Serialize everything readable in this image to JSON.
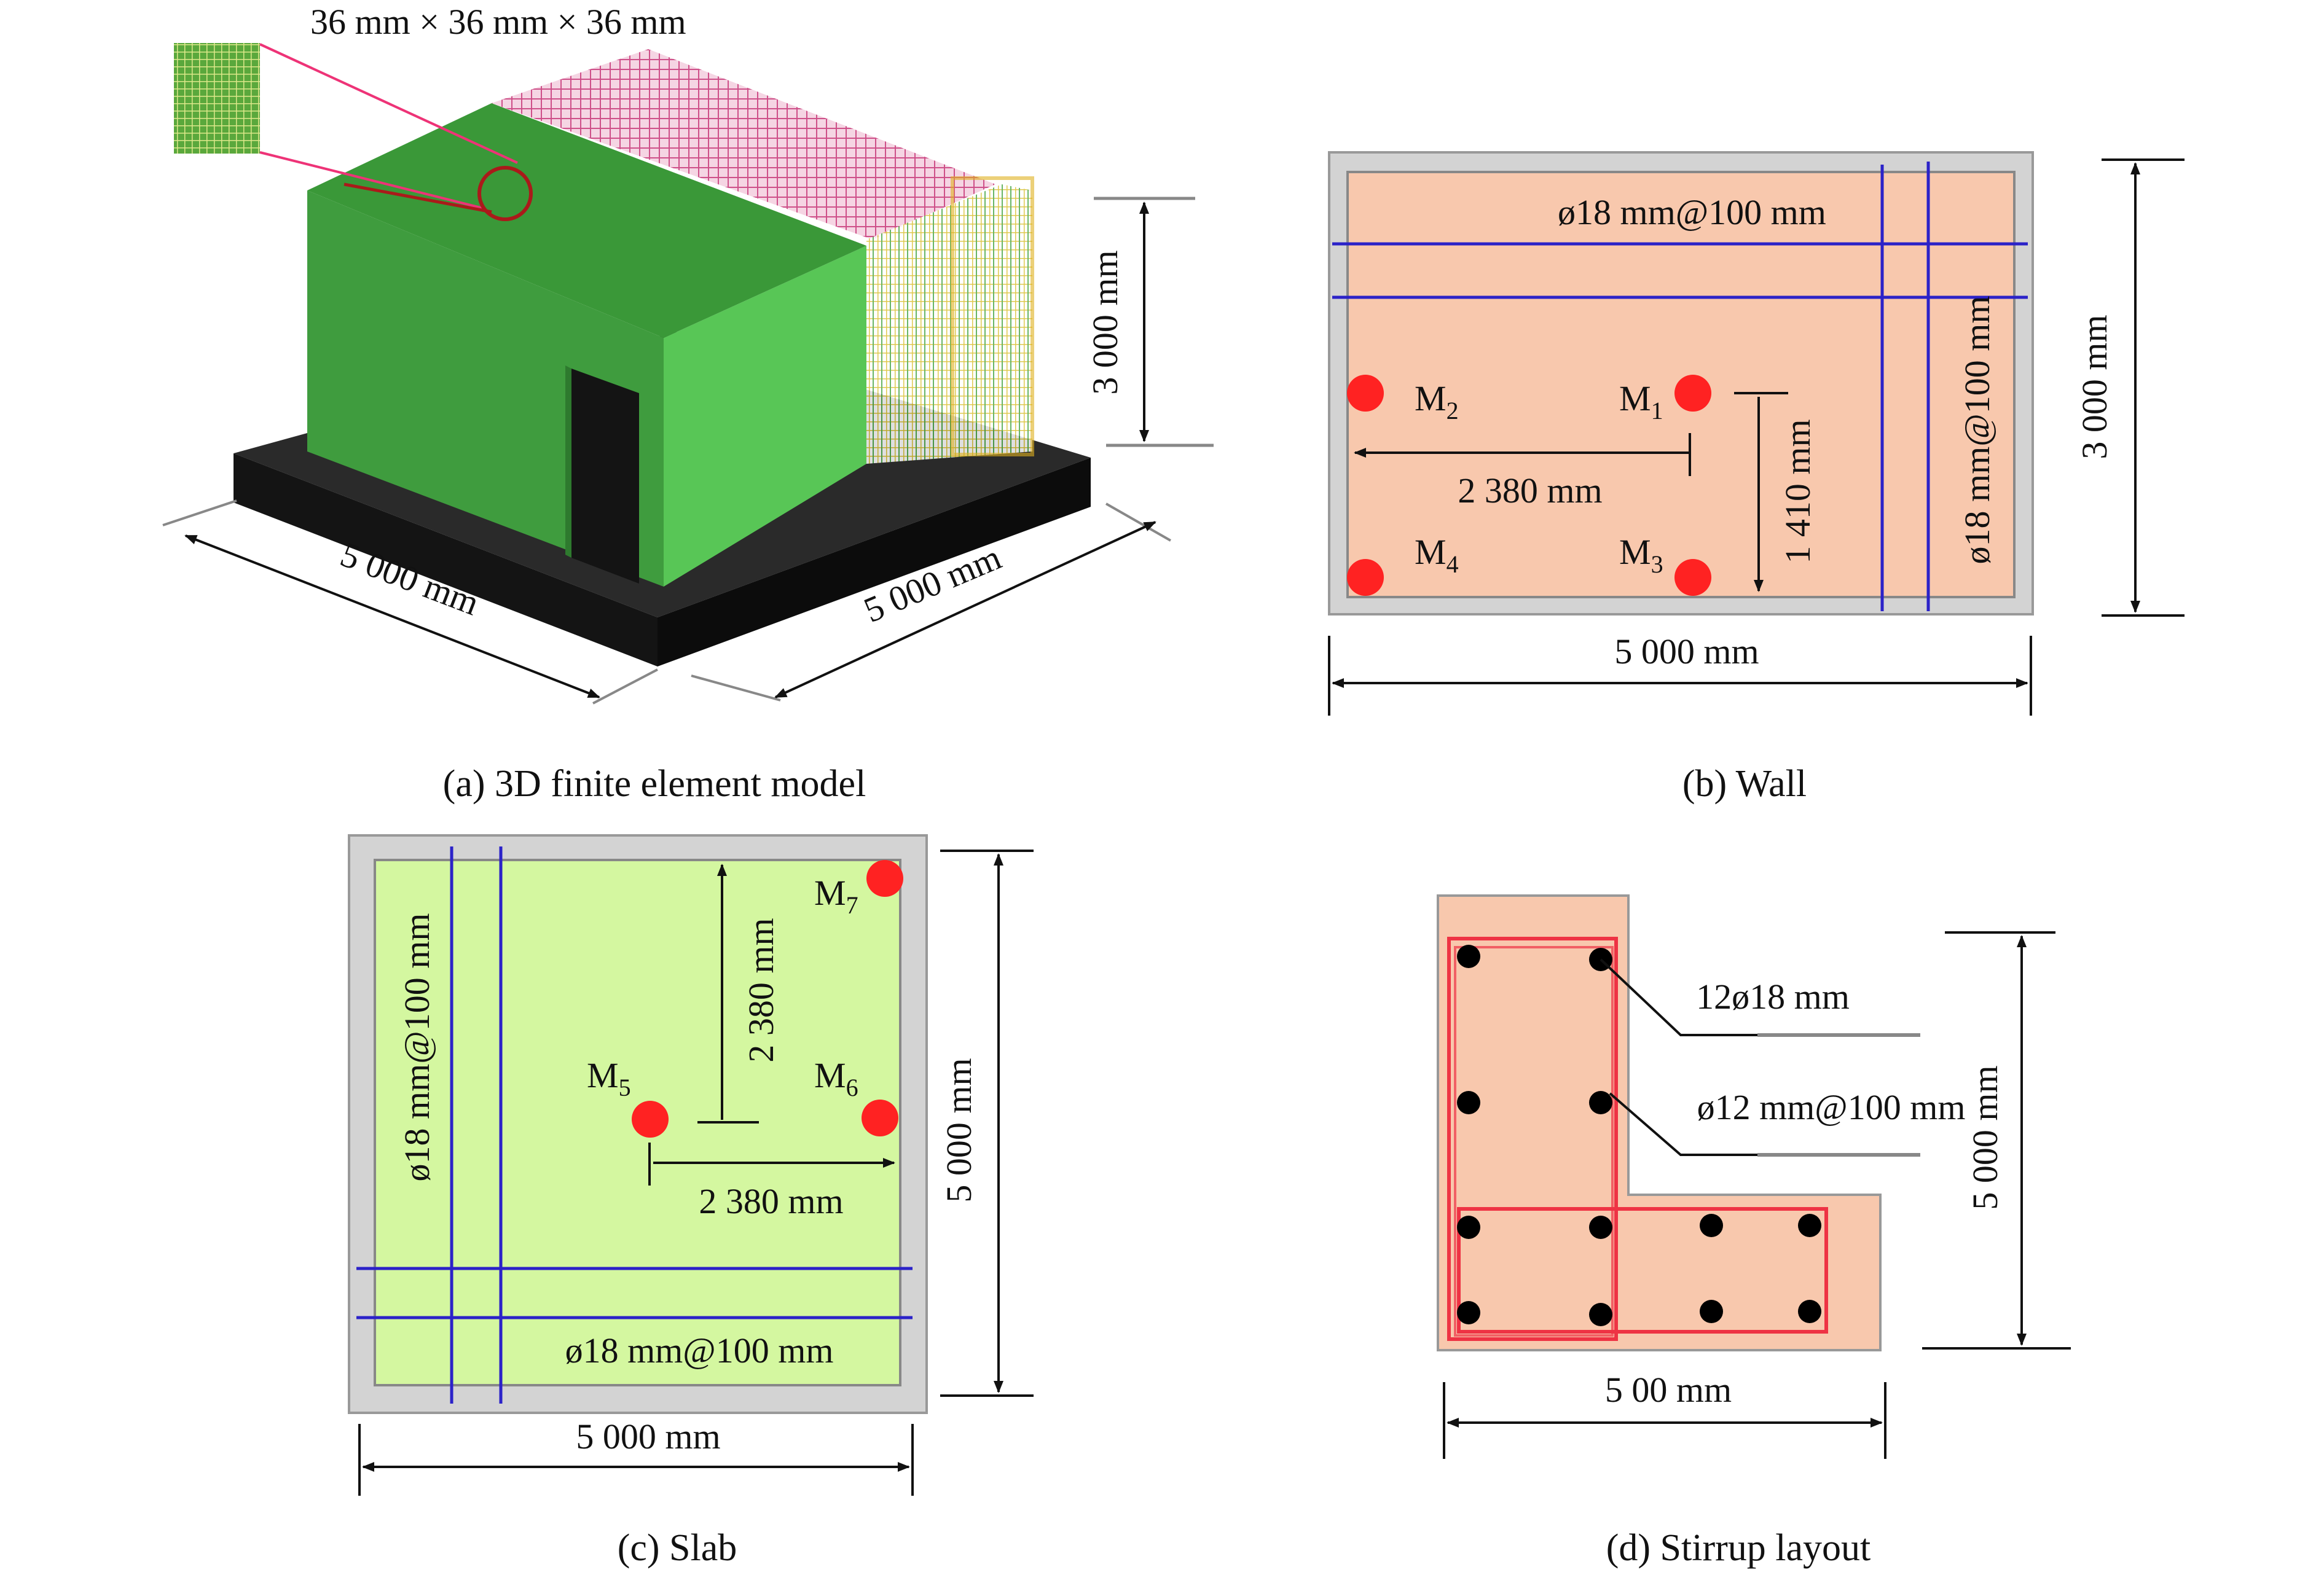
{
  "panel_a": {
    "caption": "(a) 3D finite element model",
    "mesh_label": "36 mm × 36 mm × 36 mm",
    "dim_height": "3 000 mm",
    "dim_left": "5 000 mm",
    "dim_right": "5 000 mm"
  },
  "panel_b": {
    "caption": "(b) Wall",
    "rebar_h": "ø18 mm@100 mm",
    "rebar_v": "ø18 mm@100 mm",
    "dim_height": "3 000 mm",
    "dim_width": "5 000 mm",
    "dim_2380": "2 380 mm",
    "dim_1410": "1 410 mm",
    "points": [
      {
        "main": "M",
        "sub": "1"
      },
      {
        "main": "M",
        "sub": "2"
      },
      {
        "main": "M",
        "sub": "3"
      },
      {
        "main": "M",
        "sub": "4"
      }
    ]
  },
  "panel_c": {
    "caption": "(c) Slab",
    "rebar_v": "ø18 mm@100 mm",
    "rebar_h": "ø18 mm@100 mm",
    "dim_vertical": "2 380 mm",
    "dim_horizontal": "2 380 mm",
    "dim_height": "5 000 mm",
    "dim_width": "5 000 mm",
    "points": [
      {
        "main": "M",
        "sub": "5"
      },
      {
        "main": "M",
        "sub": "6"
      },
      {
        "main": "M",
        "sub": "7"
      }
    ]
  },
  "panel_d": {
    "caption": "(d) Stirrup layout",
    "label_bars": "12ø18 mm",
    "label_stirrup": "ø12 mm@100 mm",
    "dim_height": "5 000 mm",
    "dim_width": "5 00 mm"
  },
  "colors": {
    "wall_green": "#4ea94a",
    "wall_green_light": "#5cc55a",
    "base_black": "#1a1a1a",
    "wall_fill": "#f8c8ad",
    "slab_fill": "#d4f7a0",
    "gray_frame": "#d3d3d3",
    "rebar_blue": "#2b22c8",
    "point_red": "#ff2222",
    "stirrup_red": "#ee3344",
    "leader_pink": "#ee3377",
    "mesh_pink": "#c83c7c",
    "mesh_yellow": "#e0c838"
  }
}
